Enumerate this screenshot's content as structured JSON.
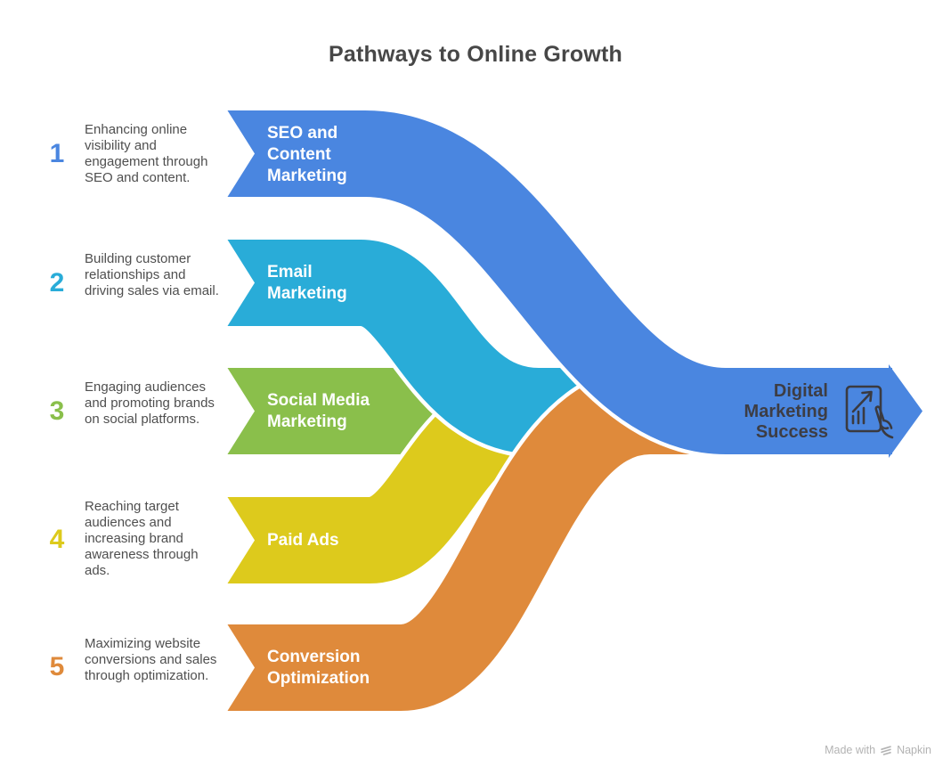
{
  "title": "Pathways to Online Growth",
  "pathways": [
    {
      "number": "1",
      "label": "SEO and Content Marketing",
      "description": "Enhancing online visibility and engagement through SEO and content.",
      "color": "#4a86e0"
    },
    {
      "number": "2",
      "label": "Email Marketing",
      "description": "Building customer relationships and driving sales via email.",
      "color": "#29acd8"
    },
    {
      "number": "3",
      "label": "Social Media Marketing",
      "description": "Engaging audiences and promoting brands on social platforms.",
      "color": "#8abf4b"
    },
    {
      "number": "4",
      "label": "Paid Ads",
      "description": "Reaching target audiences and increasing brand awareness through ads.",
      "color": "#ddca1c"
    },
    {
      "number": "5",
      "label": "Conversion Optimization",
      "description": "Maximizing website conversions and sales through optimization.",
      "color": "#df8a3b"
    }
  ],
  "destination": {
    "label": "Digital Marketing Success",
    "color": "#4a86e0",
    "icon": "growth-chart-tablet-hand-icon",
    "text_color": "#3d3d44"
  },
  "footer": {
    "made_with": "Made with",
    "brand": "Napkin"
  }
}
